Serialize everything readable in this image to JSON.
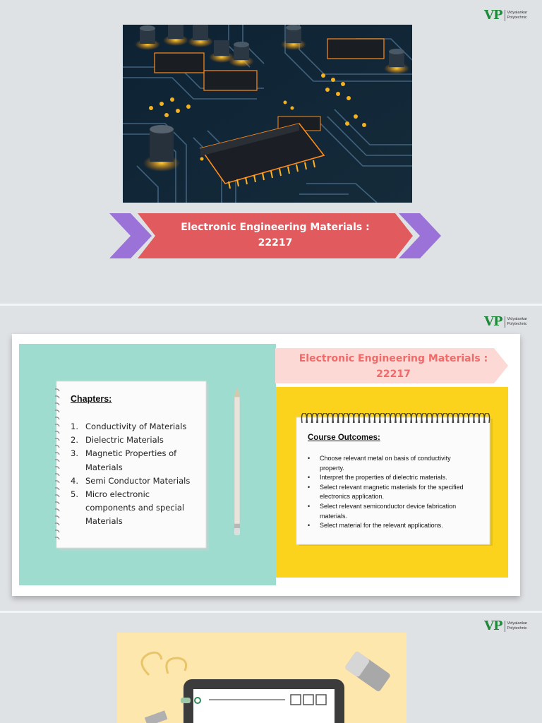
{
  "logo": {
    "mark": "VP",
    "line1": "Vidyalankar",
    "line2": "Polytechnic"
  },
  "slide1": {
    "title_line1": "Electronic Engineering Materials :",
    "title_line2": "22217"
  },
  "slide2": {
    "banner_line1": "Electronic Engineering Materials :",
    "banner_line2": "22217",
    "chapters_heading": "Chapters:",
    "chapters": [
      {
        "num": "1.",
        "lines": [
          "Conductivity of Materials"
        ]
      },
      {
        "num": "2.",
        "lines": [
          "Dielectric Materials"
        ]
      },
      {
        "num": "3.",
        "lines": [
          "Magnetic Properties of",
          "Materials"
        ]
      },
      {
        "num": "4.",
        "lines": [
          "Semi Conductor Materials"
        ]
      },
      {
        "num": "5.",
        "lines": [
          "Micro electronic",
          "components and special",
          "Materials"
        ]
      }
    ],
    "outcomes_heading": "Course Outcomes:",
    "outcomes": [
      {
        "lines": [
          "Choose relevant metal on basis of conductivity",
          "property."
        ]
      },
      {
        "lines": [
          "Interpret the properties of dielectric materials."
        ]
      },
      {
        "lines": [
          "Select relevant magnetic materials for the specified",
          "electronics application."
        ]
      },
      {
        "lines": [
          "Select relevant semiconductor device fabrication",
          "materials."
        ]
      },
      {
        "lines": [
          "Select material for the relevant applications."
        ]
      }
    ]
  },
  "colors": {
    "banner_red": "#e05a5e",
    "chevron_purple": "#9a72d8",
    "logo_green": "#1f8a3a",
    "teal": "#9fdcd0",
    "yellow": "#fbd31c",
    "pink": "#fcd9d4"
  }
}
